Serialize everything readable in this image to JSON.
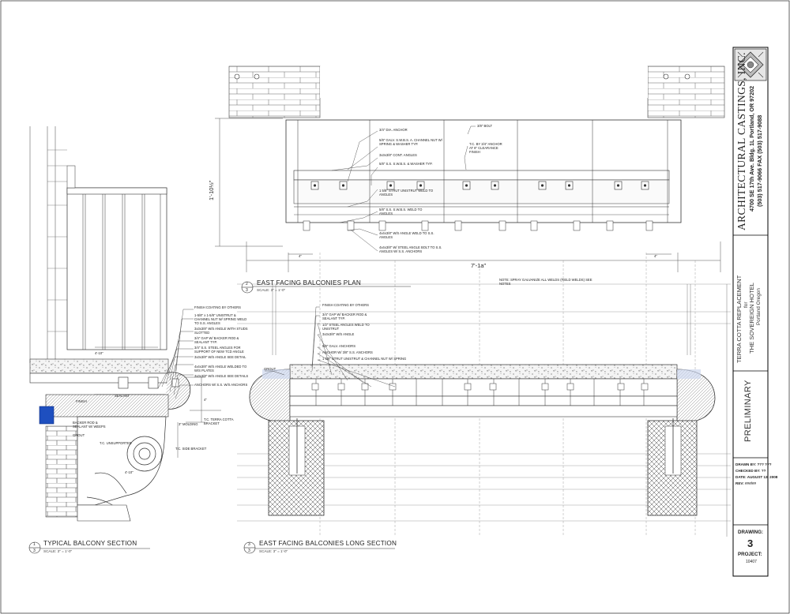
{
  "title_block": {
    "company": "ARCHITECTURAL CASTINGS, INC.",
    "address": "4700 SE 17th Ave. Bldg. 1L Portland, OR 97202",
    "phone": "(503) 517-9066  FAX (503) 517-9088",
    "project_line1": "TERRA COTTA REPLACEMENT",
    "project_for": "for",
    "project_line2": "THE SOVEREIGN HOTEL",
    "project_location": "Portland Oregon",
    "status": "PRELIMINARY",
    "drawn_by": "DRAWN BY: ??? ???",
    "checked_by": "CHECKED BY: ??",
    "date": "DATE: AUGUST 13, 2008",
    "rev": "REV: ###/##",
    "drawing_label": "DRAWING:",
    "drawing_number": "3",
    "project_label": "PROJECT:",
    "project_number": "10407"
  },
  "views": {
    "plan": {
      "number": "2",
      "sheet": "3",
      "title": "EAST FACING BALCONIES PLAN",
      "scale": "SCALE: 3\" = 1'-0\""
    },
    "section": {
      "number": "1",
      "sheet": "3",
      "title": "TYPICAL BALCONY SECTION",
      "scale": "SCALE: 3\" = 1'-0\""
    },
    "long_section": {
      "number": "3",
      "sheet": "3",
      "title": "EAST FACING BALCONIES LONG SECTION",
      "scale": "SCALE: 3\" = 1'-0\""
    }
  },
  "dimensions": {
    "plan_depth": "1'-10½\"",
    "plan_length": "7'-1a\"",
    "plan_left_end": "4\"",
    "plan_right_end": "4\"",
    "section_width": "4'-10\"",
    "section_bottom": "4'-10\"",
    "section_right": "4\""
  },
  "notes": {
    "plan_note": "NOTE: SPRAY GALVANIZE ALL WELDS (FIELD WELDS) SEE NOTES",
    "plan_callouts": [
      "3/4\" DIA. ANCHOR",
      "5/8\" GALV. S.W.B.S. A. CHANNEL NUT W/ SPRING & WASHER TYP.",
      "3x3x3/8\" CONT. ANGLES",
      "5/8\" S.S. S.W.B.S. & WASHER TYP.",
      "1 5/8\" STRUT UNISTRUT WELD TO ANGLES",
      "5/8\" S.S. S.W.B.S. WELD TO ANGLES",
      "4x4x3/8\" W/S ANGLE WELD TO S.S. ANGLES",
      "4x4x3/8\" W/ STEEL ANGLE BOLT TO S.S. ANGLES W/ S.S. ANCHORS"
    ],
    "plan_callouts_right": [
      "3/8\" BOLT",
      "T.C. BY 3/4\" ANCHOR AT 8\" CLEARANCE FINISH"
    ],
    "section_callouts": [
      "FINISH COATING BY OTHERS",
      "1-5/8\" x 1-5/8\" UNISTRUT & CHANNEL NUT W/ SPRING WELD TO S.S. ANGLES",
      "3x3x3/8\" W/S ANGLE WITH STUDS SLOTTED",
      "3/4\" GAP W/ BACKER ROD & SEALANT TYP.",
      "3/4\" S.S. STEEL ANGLES FOR SUPPORT OF NEW TCD ANGLE",
      "3x3x3/8\" W/S ANGLE SEE DETAIL",
      "4x4x3/8\" W/S ANGLE WELDED TO W/S PLATES",
      "3x3x3/8\" W/S ANGLE SEE DETAILS",
      "ANCHORS W/ S.S. W/S ANCHORS"
    ],
    "section_lower_callouts": [
      "BACKER ROD & SEALANT W/ WEEPS",
      "GROUT",
      "T.C. UNSUPPORTED",
      "T.C. SIDE BRACKET",
      "T.C. TERRA COTTA BRACKET",
      "3\" MOLDING",
      "SEALANT",
      "FINISH"
    ],
    "long_callouts": [
      "FINISH COATING BY OTHERS",
      "3/4\" GAP W/ BACKER ROD & SEALANT TYP.",
      "1/2\" STEEL ANGLES WELD TO UNISTRUT",
      "3x3x3/8\" W/S ANGLE",
      "5/8\" GALV. ANCHORS",
      "ANCHOR W/ 3/8\" S.S. ANCHORS",
      "1 5/8\" STRUT UNISTRUT & CHANNEL NUT W/ SPRING"
    ],
    "grout_label": "GROUT"
  },
  "colors": {
    "linework": "#333333",
    "hatch": "#555555",
    "blue_fill": "#1e4fbf",
    "border": "#000000"
  },
  "icons": {
    "logo": "terra-cotta-logo-icon",
    "section_marker": "detail-bubble-icon"
  }
}
